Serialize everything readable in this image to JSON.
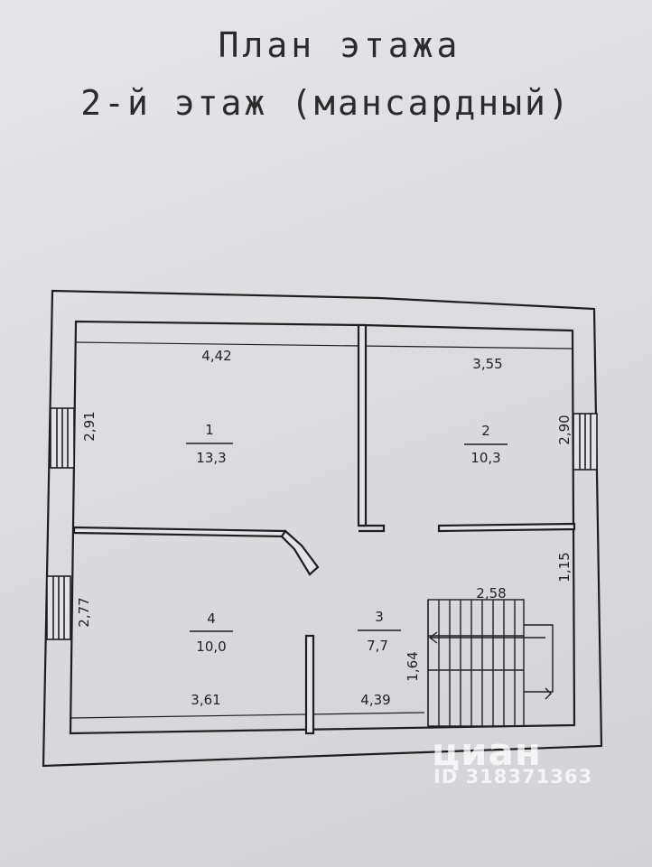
{
  "title": {
    "line1": "План этажа",
    "line2": "2-й этаж (мансардный)"
  },
  "rooms": [
    {
      "number": "1",
      "area": "13,3"
    },
    {
      "number": "2",
      "area": "10,3"
    },
    {
      "number": "3",
      "area": "7,7"
    },
    {
      "number": "4",
      "area": "10,0"
    }
  ],
  "dimensions": {
    "top_left": "4,42",
    "top_right": "3,55",
    "left_upper": "2,91",
    "right_upper": "2,90",
    "left_lower": "2,77",
    "stair_right": "1,15",
    "stair_width": "2,58",
    "stair_height": "1,64",
    "bottom_left": "3,61",
    "bottom_right": "4,39"
  },
  "watermark": {
    "logo": "циан",
    "id": "ID 318371363"
  }
}
